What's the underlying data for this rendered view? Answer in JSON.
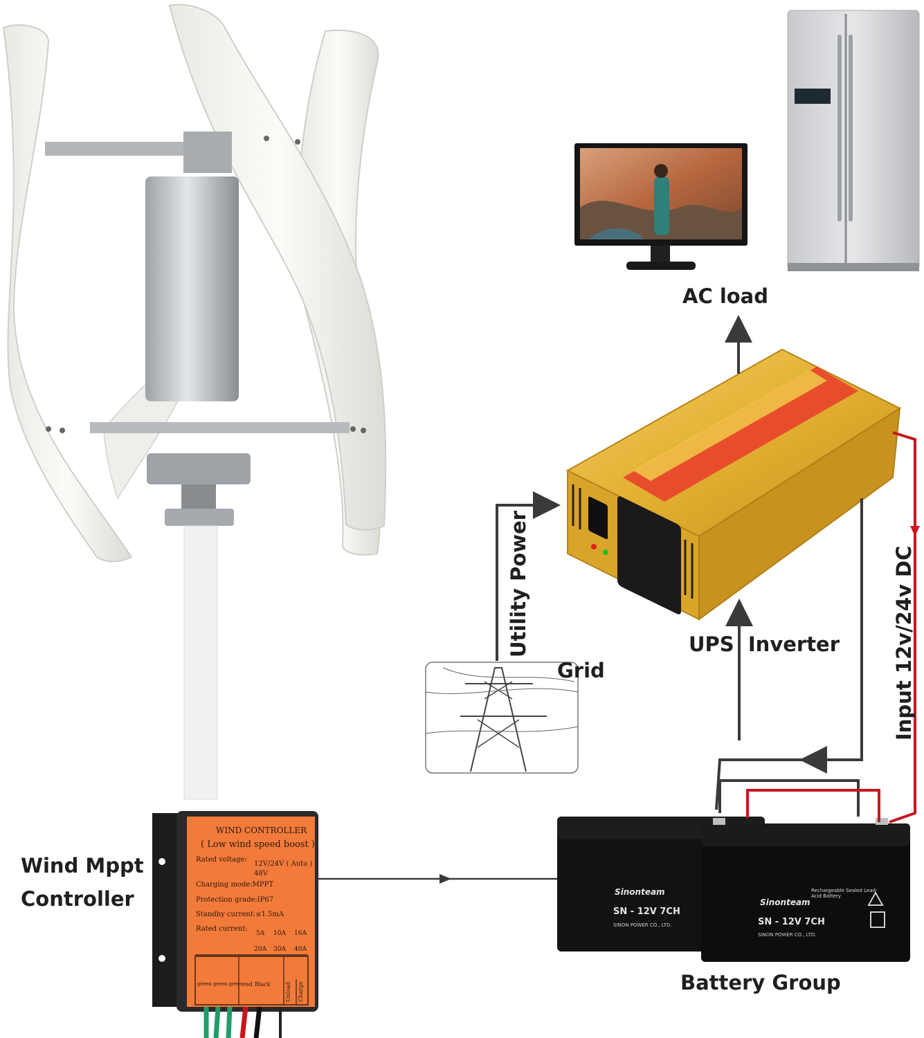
{
  "labels": {
    "ac_load": "AC load",
    "utility_power": "Utility Power",
    "grid": "Grid",
    "ups_inverter": "UPS  Inverter",
    "input_dc": "Input 12v/24v DC",
    "battery_group": "Battery Group",
    "wind_controller_line1": "Wind Mppt",
    "wind_controller_line2": "Controller"
  },
  "controller_panel": {
    "title": "WIND CONTROLLER",
    "subtitle": "( Low wind speed boost )",
    "rated_voltage": "Rated voltage:",
    "voltage_option_1": "12V/24V ( Auto )",
    "voltage_option_2": "48V",
    "charging_mode": "Charging mode:MPPT",
    "protection_grade": "Protection grade:IP67",
    "standby_current": "Standby current:≤1.5mA",
    "rated_current": "Rated current:",
    "current_options_row1": [
      "5A",
      "10A",
      "16A"
    ],
    "current_options_row2": [
      "20A",
      "30A",
      "40A"
    ],
    "terminal_labels": [
      "green green green",
      "red",
      "Black",
      "Unload",
      "Charge"
    ]
  },
  "battery": {
    "brand": "Sinonteam",
    "model": "SN - 12V 7CH",
    "type": "Rechargeable Sealed Lead-Acid Battery",
    "maker": "SINON POWER CO., LTD."
  },
  "colors": {
    "wire_dark": "#3a3a3a",
    "wire_red": "#c8161d",
    "controller_orange": "#f27a3a",
    "inverter_gold": "#e6b63a",
    "battery_black": "#111111"
  }
}
